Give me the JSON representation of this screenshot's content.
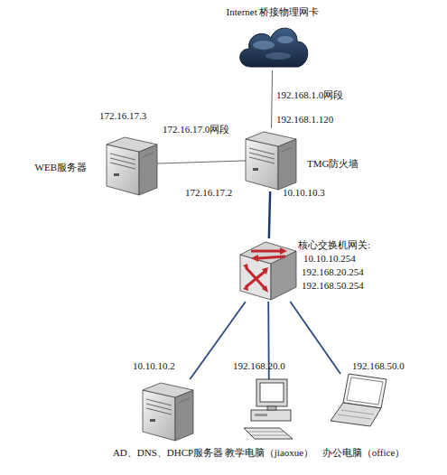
{
  "diagram": {
    "nodes": [
      {
        "text": [
          "Internet 桥接物理网卡"
        ]
      },
      {
        "text": [
          "WEB服务器"
        ]
      },
      {
        "text": [
          "TMG防火墙"
        ]
      },
      {
        "text": [
          "核心交换机网关:",
          "10.10.10.254",
          "192.168.20.254",
          "192.168.50.254"
        ]
      },
      {
        "text": [
          "AD、DNS、DHCP服务器"
        ]
      },
      {
        "text": [
          "教学电脑（jiaoxue）"
        ]
      },
      {
        "text": [
          "办公电脑（office）"
        ]
      }
    ],
    "edges": [
      {
        "from": 0,
        "to": 2,
        "label": "192.168.1.0网段",
        "arrow": "none"
      },
      {
        "from": 1,
        "to": 2,
        "label": "172.16.17.0网段",
        "arrow": "none"
      },
      {
        "from": 2,
        "to": 3,
        "arrow": "none"
      },
      {
        "from": 3,
        "to": 4,
        "arrow": "none"
      },
      {
        "from": 3,
        "to": 5,
        "arrow": "none"
      },
      {
        "from": 3,
        "to": 6,
        "arrow": "none"
      }
    ],
    "labels": [
      "192.168.1.120",
      "172.16.17.3",
      "172.16.17.2",
      "10.10.10.3",
      "10.10.10.2",
      "192.168.20.0",
      "192.168.50.0"
    ]
  }
}
